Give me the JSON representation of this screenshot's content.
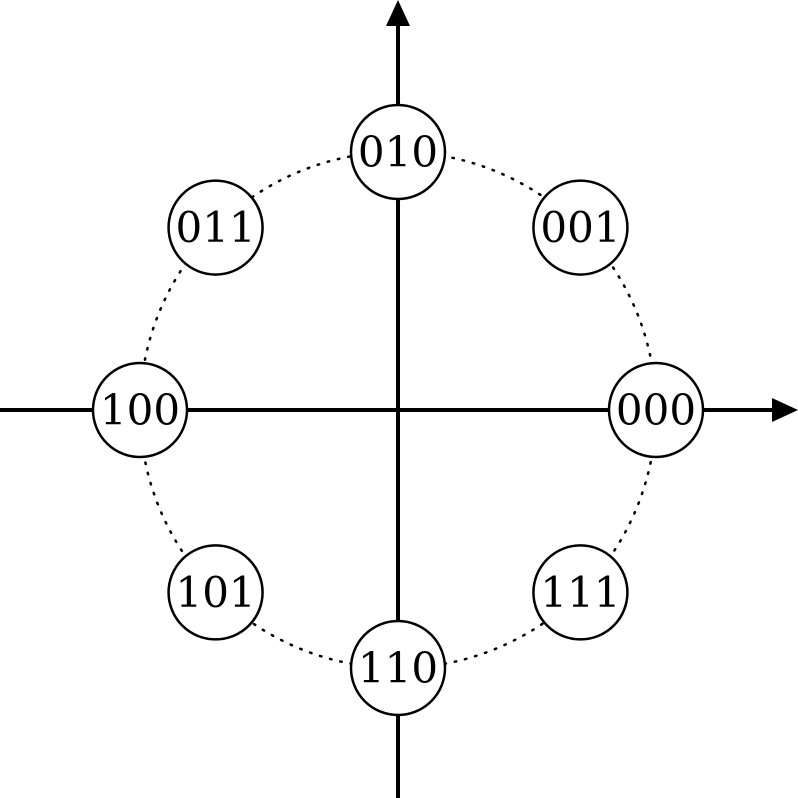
{
  "diagram": {
    "type": "constellation",
    "points": [
      {
        "label": "000",
        "angle_deg": 0
      },
      {
        "label": "001",
        "angle_deg": 45
      },
      {
        "label": "010",
        "angle_deg": 90
      },
      {
        "label": "011",
        "angle_deg": 135
      },
      {
        "label": "100",
        "angle_deg": 180
      },
      {
        "label": "101",
        "angle_deg": 225
      },
      {
        "label": "110",
        "angle_deg": 270
      },
      {
        "label": "111",
        "angle_deg": 315
      }
    ]
  }
}
